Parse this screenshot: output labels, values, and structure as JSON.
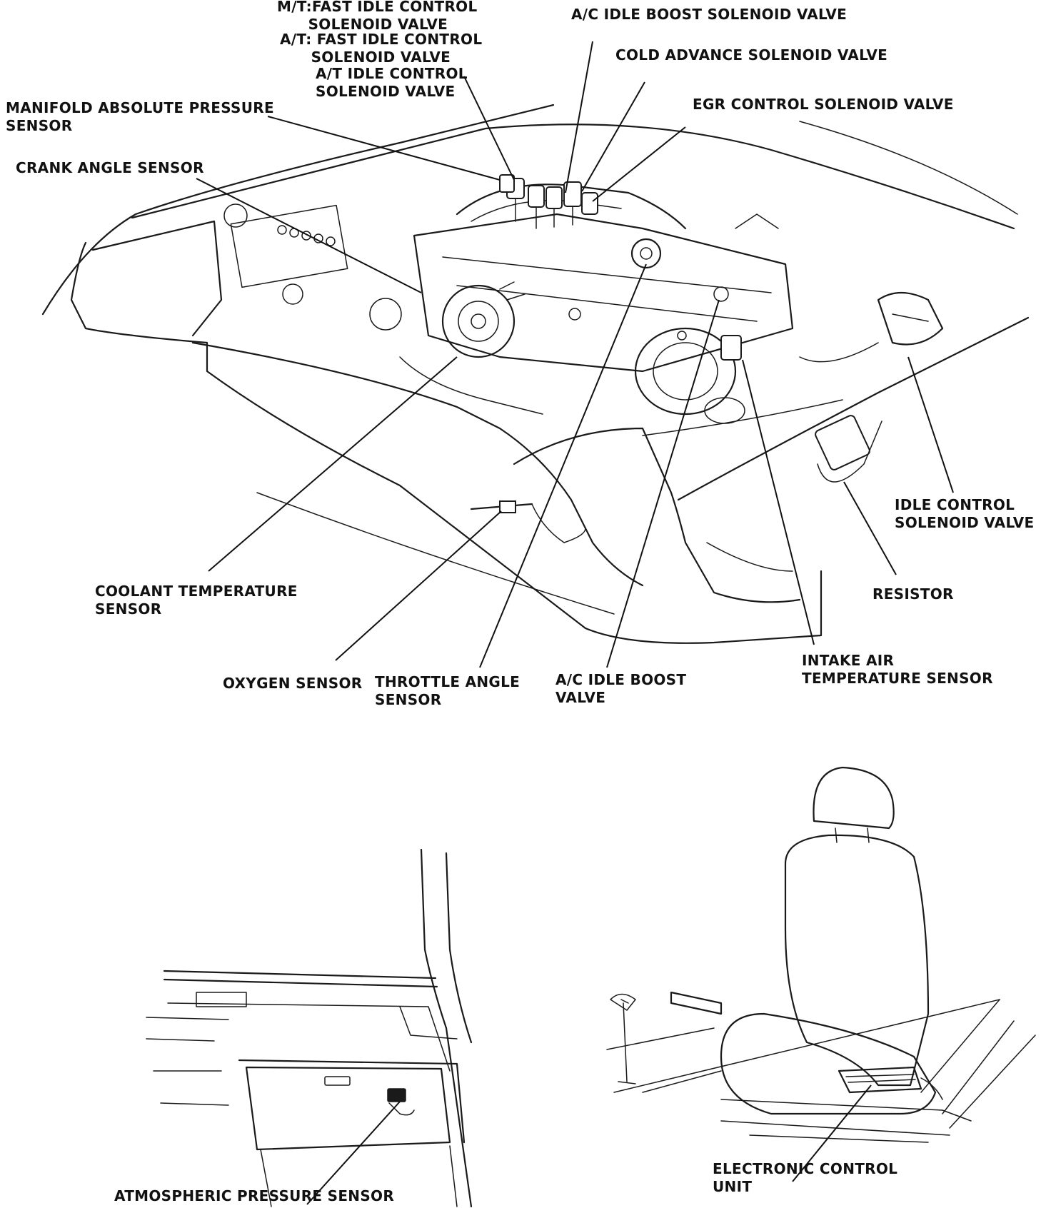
{
  "labels": {
    "fast_idle_mt": "M/T:FAST IDLE CONTROL\n      SOLENOID VALVE",
    "fast_idle_at": "A/T: FAST IDLE CONTROL\n      SOLENOID VALVE",
    "at_idle": "A/T IDLE CONTROL\nSOLENOID VALVE",
    "ac_idle_boost_solenoid": "A/C IDLE BOOST SOLENOID VALVE",
    "cold_advance": "COLD ADVANCE SOLENOID VALVE",
    "egr_control": "EGR CONTROL SOLENOID VALVE",
    "map_sensor": "MANIFOLD ABSOLUTE PRESSURE\nSENSOR",
    "crank_angle": "CRANK ANGLE SENSOR",
    "idle_control": "IDLE CONTROL\nSOLENOID VALVE",
    "resistor": "RESISTOR",
    "coolant_temp": "COOLANT TEMPERATURE\nSENSOR",
    "oxygen": "OXYGEN SENSOR",
    "throttle_angle": "THROTTLE ANGLE\nSENSOR",
    "ac_idle_boost_valve": "A/C IDLE BOOST\nVALVE",
    "intake_air": "INTAKE AIR\nTEMPERATURE SENSOR",
    "atmospheric": "ATMOSPHERIC PRESSURE SENSOR",
    "ecu": "ELECTRONIC CONTROL\nUNIT"
  }
}
